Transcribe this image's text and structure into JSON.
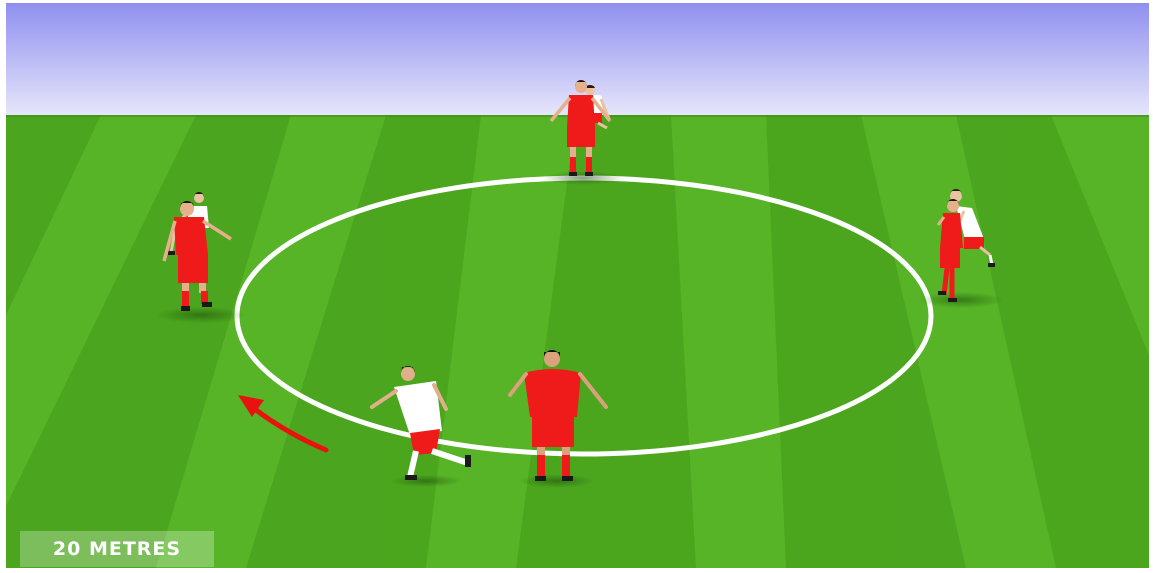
{
  "diagram": {
    "scale_label": "20 METRES",
    "colors": {
      "sky_top": "#8f8ff0",
      "sky_bottom": "#e6e6fb",
      "grass_light": "#5fbf2a",
      "grass_dark": "#4aa41e",
      "circle_line": "#ffffff",
      "team_red": "#ef1a1a",
      "team_white": "#ffffff",
      "arrow": "#e8120f"
    },
    "players": [
      {
        "id": "red-top-center",
        "team": "red"
      },
      {
        "id": "white-top-center",
        "team": "white"
      },
      {
        "id": "red-left",
        "team": "red"
      },
      {
        "id": "white-left",
        "team": "white"
      },
      {
        "id": "red-right",
        "team": "red"
      },
      {
        "id": "white-right",
        "team": "white"
      },
      {
        "id": "red-bottom-center",
        "team": "red"
      },
      {
        "id": "white-bottom-runner",
        "team": "white"
      }
    ],
    "movement_arrow": {
      "direction": "counter-clockwise"
    }
  }
}
